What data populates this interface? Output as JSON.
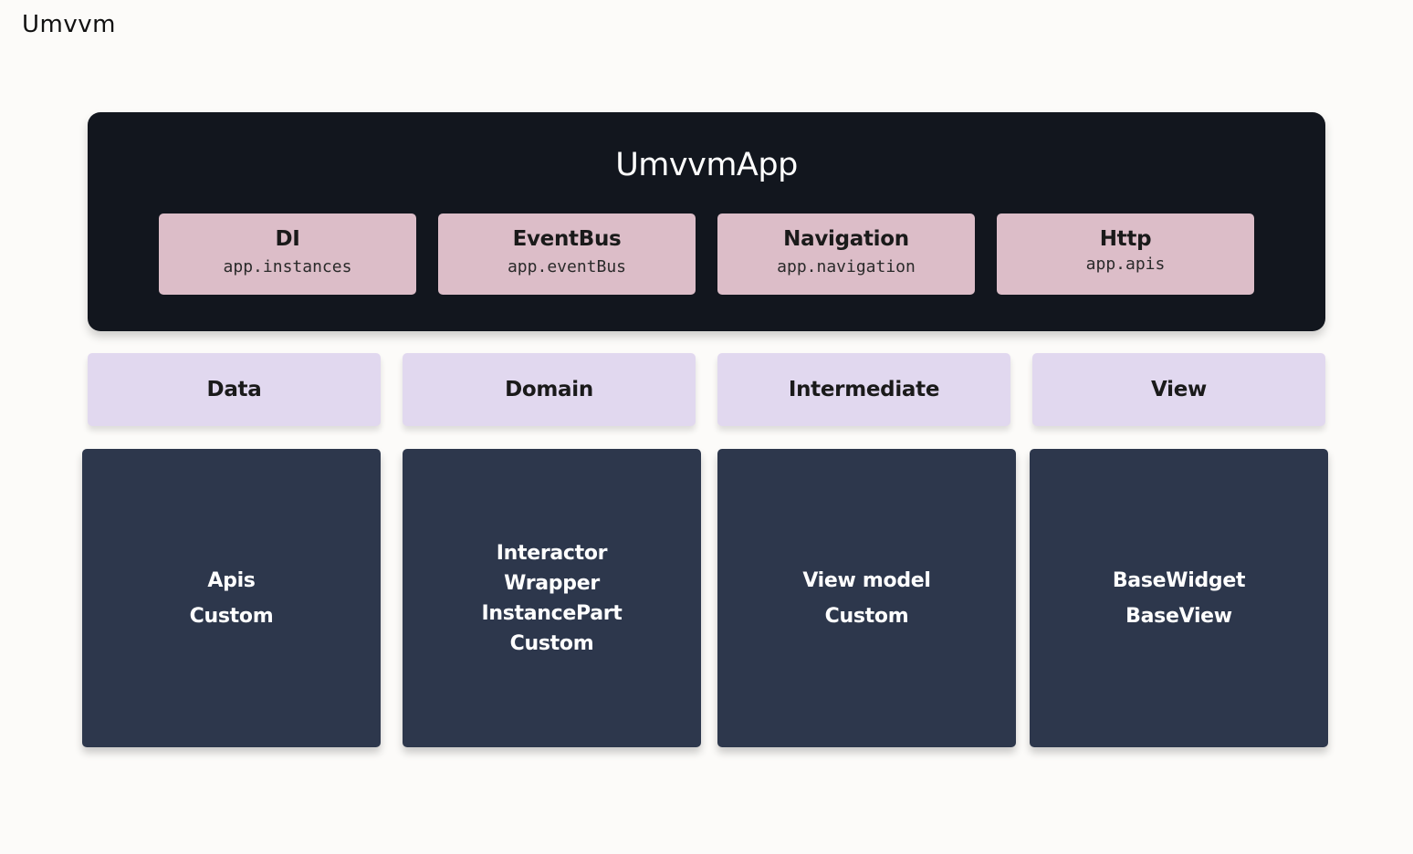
{
  "page": {
    "title": "Umvvm"
  },
  "app": {
    "title": "UmvvmApp",
    "services": [
      {
        "name": "DI",
        "accessor": "app.instances"
      },
      {
        "name": "EventBus",
        "accessor": "app.eventBus"
      },
      {
        "name": "Navigation",
        "accessor": "app.navigation"
      },
      {
        "name": "Http",
        "accessor": "app.apis"
      }
    ]
  },
  "layers": [
    {
      "name": "Data",
      "items": [
        "Apis",
        "Custom"
      ]
    },
    {
      "name": "Domain",
      "items": [
        "Interactor",
        "Wrapper",
        "InstancePart",
        "Custom"
      ]
    },
    {
      "name": "Intermediate",
      "items": [
        "View model",
        "Custom"
      ]
    },
    {
      "name": "View",
      "items": [
        "BaseWidget",
        "BaseView"
      ]
    }
  ],
  "colors": {
    "background": "#fcfbf9",
    "app_frame": "#12161e",
    "service_box": "#dcbdc8",
    "layer_header": "#e1d8ef",
    "layer_box": "#2d374c"
  }
}
